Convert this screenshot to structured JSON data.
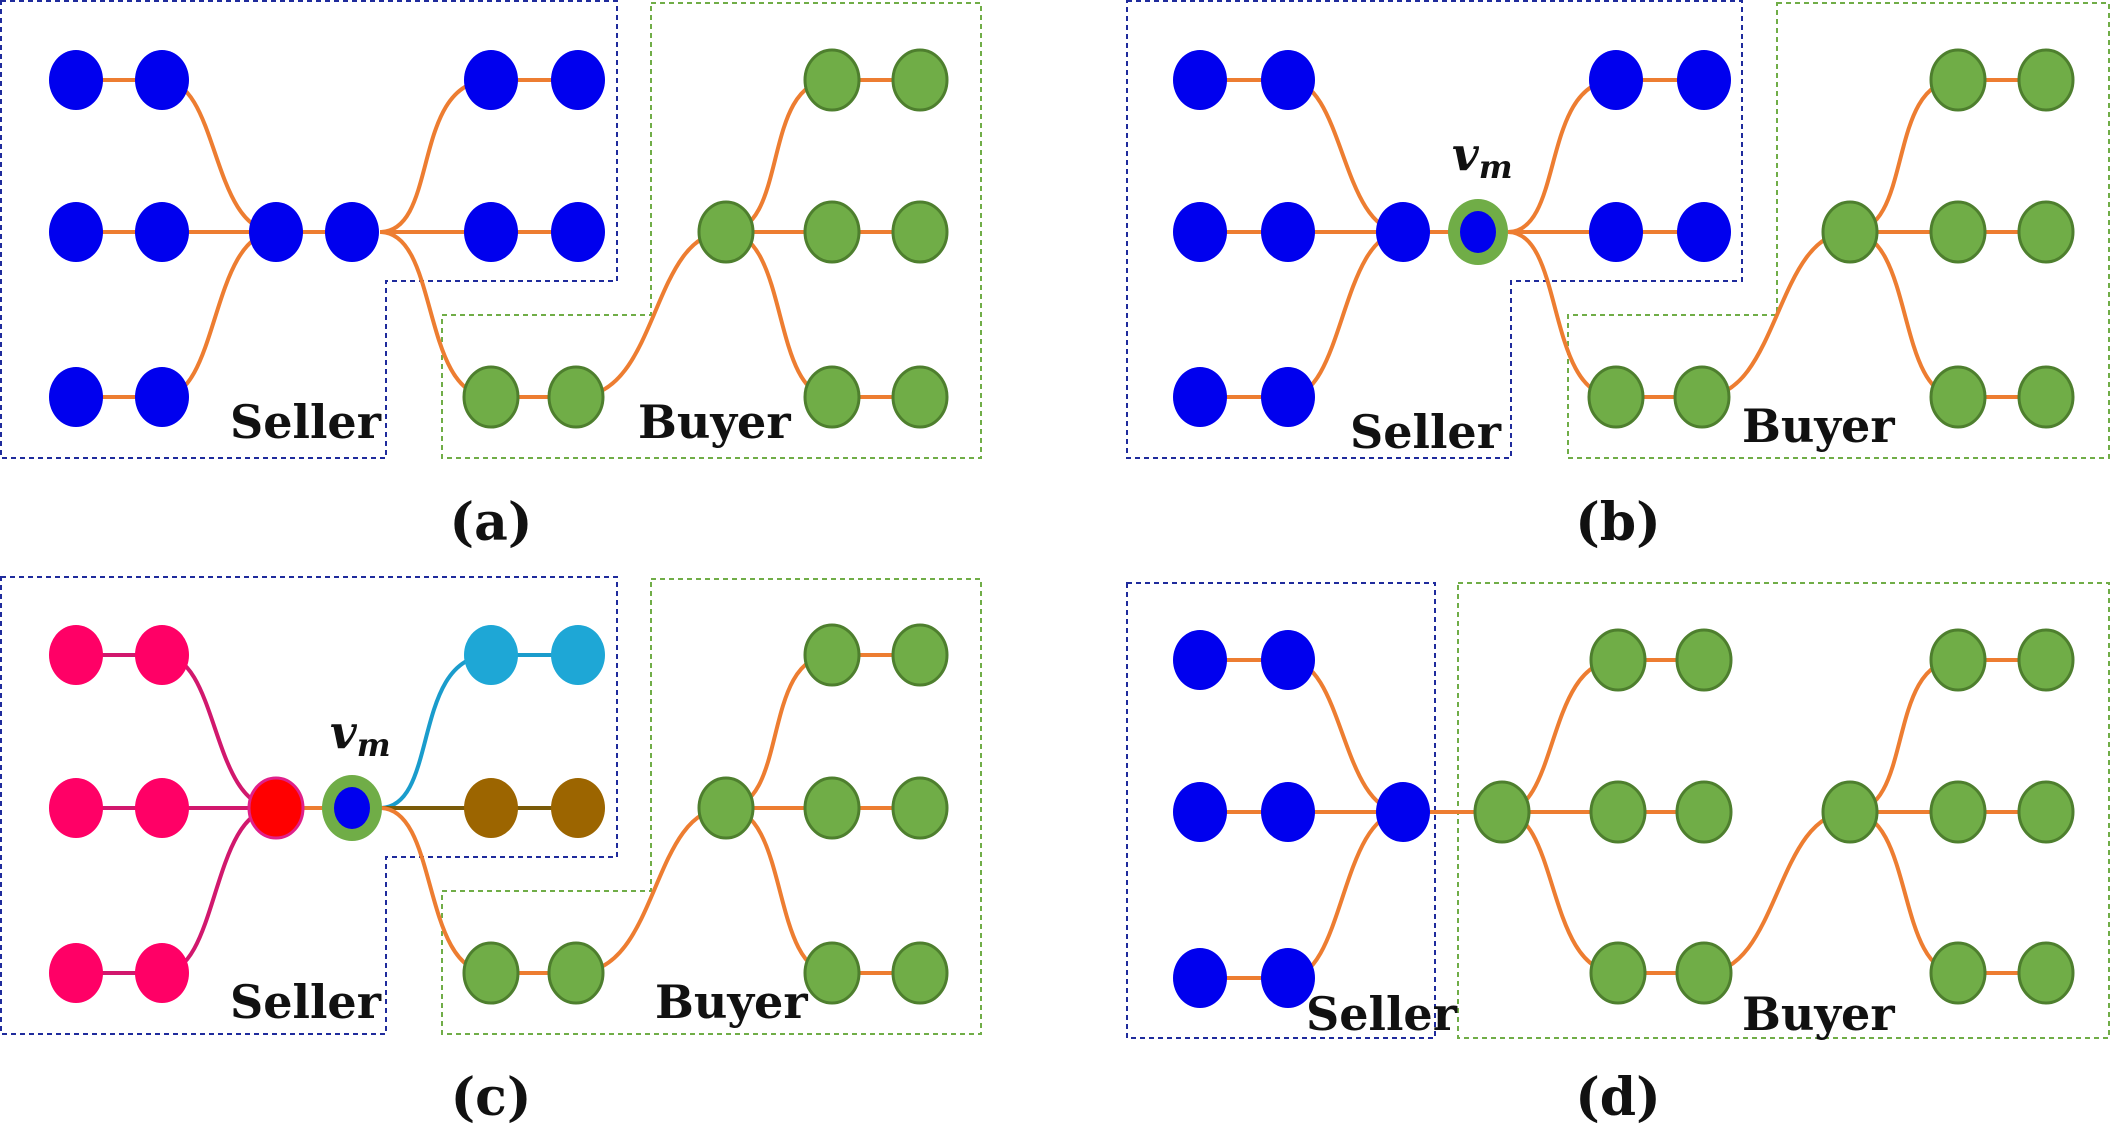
{
  "panels": [
    {
      "caption": "(a)",
      "seller_label": "Seller",
      "buyer_label": "Buyer"
    },
    {
      "caption": "(b)",
      "seller_label": "Seller",
      "buyer_label": "Buyer",
      "vm_label": "v",
      "vm_sub": "m"
    },
    {
      "caption": "(c)",
      "seller_label": "Seller",
      "buyer_label": "Buyer",
      "vm_label": "v",
      "vm_sub": "m"
    },
    {
      "caption": "(d)",
      "seller_label": "Seller",
      "buyer_label": "Buyer"
    }
  ],
  "colors": {
    "seller_node": "#0000ee",
    "buyer_node": "#70ad47",
    "buyer_node_stroke": "#4e7f2e",
    "edge": "#ed7d31",
    "seller_box": "#1f2b9c",
    "buyer_box": "#70ad47",
    "pink_node": "#ff0066",
    "pink_edge": "#d1186d",
    "red_node": "#ff0000",
    "cyan_node": "#1ea7d6",
    "cyan_edge": "#1a9ccc",
    "brown_node": "#9c6500",
    "brown_edge": "#7a5a08"
  }
}
